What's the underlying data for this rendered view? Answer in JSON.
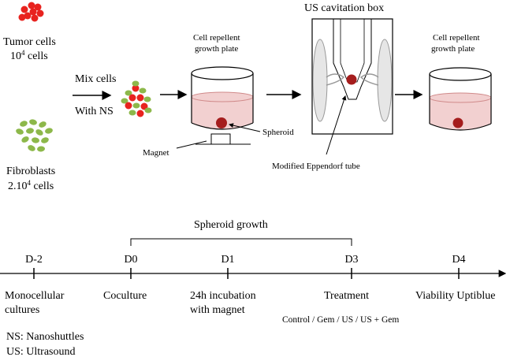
{
  "top": {
    "tumor": {
      "line1": "Tumor cells",
      "line2_base": "10",
      "line2_exp": "4",
      "line2_rest": " cells",
      "color": "#e8231f"
    },
    "fibro": {
      "line1": "Fibroblasts",
      "line2_base": "2.10",
      "line2_exp": "4",
      "line2_rest": " cells",
      "color": "#8db84a"
    },
    "mix": {
      "line1": "Mix cells",
      "line2": "With NS"
    },
    "plate1": {
      "line1": "Cell repellent",
      "line2": "growth plate"
    },
    "spheroid_label": "Spheroid",
    "magnet_label": "Magnet",
    "us_box_title": "US cavitation box",
    "eppendorf_label": "Modified Eppendorf tube",
    "plate2": {
      "line1": "Cell repellent",
      "line2": "growth plate"
    },
    "medium_color": "#f2d0d0",
    "spheroid_color": "#a51d1d"
  },
  "timeline": {
    "bracket_label": "Spheroid growth",
    "points": [
      {
        "day": "D-2",
        "desc": [
          "Monocellular",
          "cultures"
        ]
      },
      {
        "day": "D0",
        "desc": [
          "Coculture"
        ]
      },
      {
        "day": "D1",
        "desc": [
          "24h incubation",
          "with magnet"
        ]
      },
      {
        "day": "D3",
        "desc": [
          "Treatment"
        ]
      },
      {
        "day": "D4",
        "desc": [
          "Viability Uptiblue"
        ]
      }
    ],
    "treatment_groups": "Control / Gem / US / US + Gem"
  },
  "legend": {
    "ns": "NS: Nanoshuttles",
    "us": "US: Ultrasound"
  }
}
